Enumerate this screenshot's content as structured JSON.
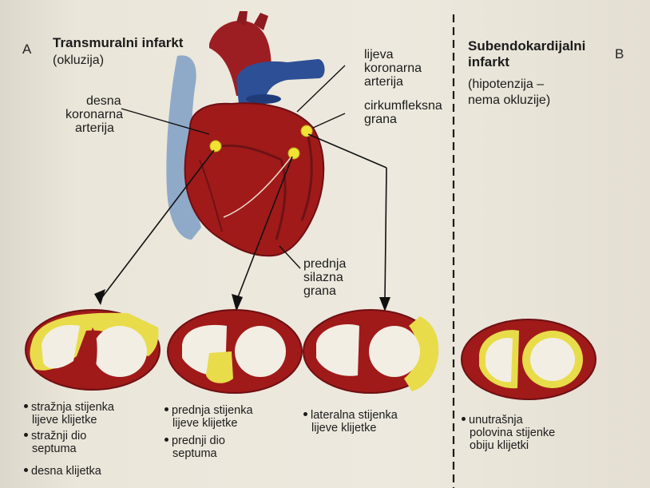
{
  "panel_a": {
    "letter": "A",
    "title": "Transmuralni infarkt",
    "subtitle": "(okluzija)"
  },
  "panel_b": {
    "letter": "B",
    "title_line1": "Subendokardijalni",
    "title_line2": "infarkt",
    "subtitle_line1": "(hipotenzija –",
    "subtitle_line2": "nema okluzije)"
  },
  "labels": {
    "desna": [
      "desna",
      "koronarna",
      "arterija"
    ],
    "lijeva": [
      "lijeva",
      "koronarna",
      "arterija"
    ],
    "cirkumfleksna": [
      "cirkumfleksna",
      "grana"
    ],
    "prednja": [
      "prednja",
      "silazna",
      "grana"
    ]
  },
  "cross_sections": [
    {
      "bullets": [
        [
          "stražnja stijenka",
          "lijeve klijetke"
        ],
        [
          "stražnji dio",
          "septuma"
        ],
        [
          "desna klijetka"
        ]
      ]
    },
    {
      "bullets": [
        [
          "prednja stijenka",
          "lijeve klijetke"
        ],
        [
          "prednji dio",
          "septuma"
        ]
      ]
    },
    {
      "bullets": [
        [
          "lateralna stijenka",
          "lijeve klijetke"
        ]
      ]
    },
    {
      "bullets": [
        [
          "unutrašnja",
          "polovina stijenke",
          "obiju klijetki"
        ]
      ]
    }
  ],
  "colors": {
    "myocardium": "#a01a1a",
    "infarct": "#e8dc4a",
    "outline": "#7a0f12",
    "vein_blue": "#2d4f96",
    "aorta_red": "#9c1e22",
    "divider": "#1a1a1a"
  }
}
